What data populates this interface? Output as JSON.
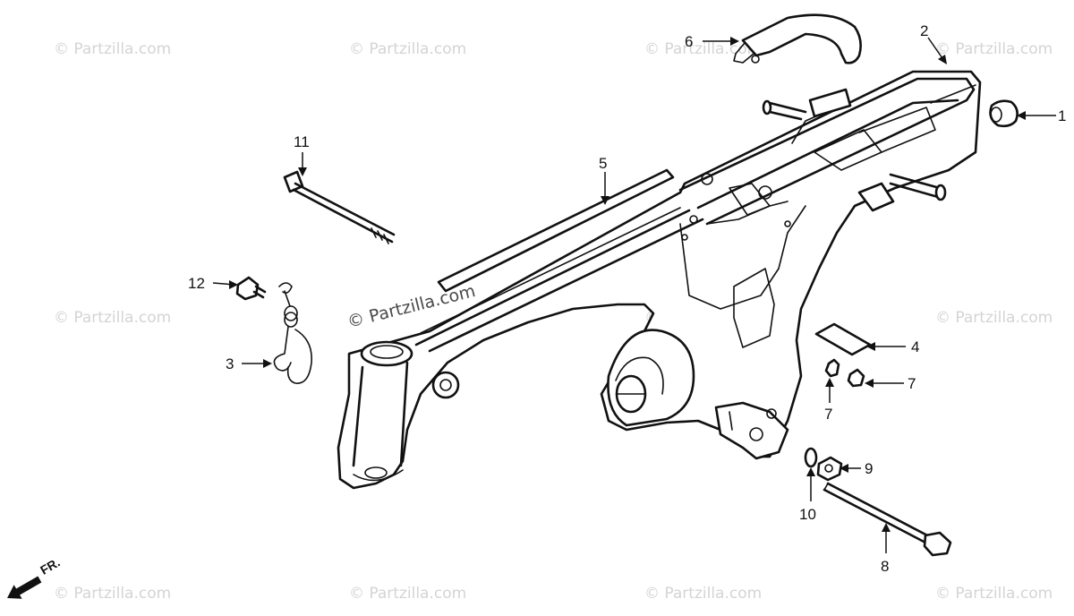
{
  "watermark": {
    "tile_text": "© Partzilla.com",
    "center_text": "© Partzilla.com"
  },
  "direction_label": "FR.",
  "callouts": [
    {
      "id": "c1",
      "label": "1"
    },
    {
      "id": "c2",
      "label": "2"
    },
    {
      "id": "c3",
      "label": "3"
    },
    {
      "id": "c4",
      "label": "4"
    },
    {
      "id": "c5",
      "label": "5"
    },
    {
      "id": "c6",
      "label": "6"
    },
    {
      "id": "c7a",
      "label": "7"
    },
    {
      "id": "c7b",
      "label": "7"
    },
    {
      "id": "c8",
      "label": "8"
    },
    {
      "id": "c9",
      "label": "9"
    },
    {
      "id": "c10",
      "label": "10"
    },
    {
      "id": "c11",
      "label": "11"
    },
    {
      "id": "c12",
      "label": "12"
    }
  ]
}
